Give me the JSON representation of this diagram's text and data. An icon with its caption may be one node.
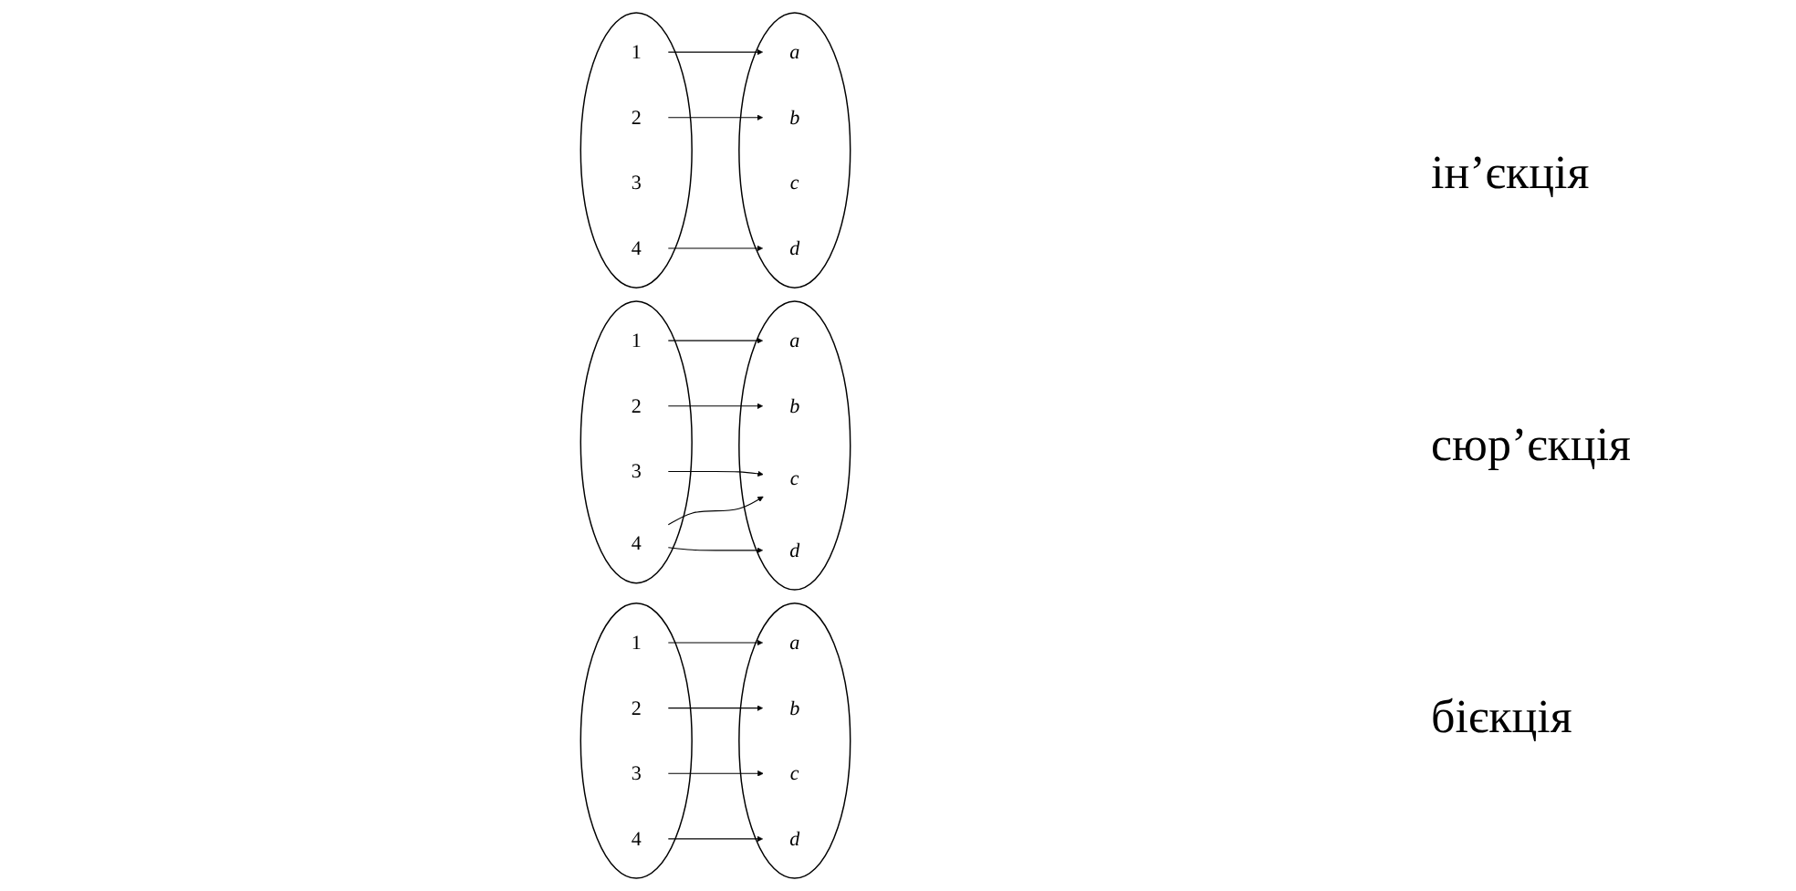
{
  "diagram": {
    "nodes": [
      {
        "text": [],
        "shape": "ellipse"
      },
      {
        "text": [
          "1"
        ],
        "in": 0
      },
      {
        "text": [
          "2"
        ],
        "in": 0
      },
      {
        "text": [
          "3"
        ],
        "in": 0
      },
      {
        "text": [
          "4"
        ],
        "in": 0
      },
      {
        "text": [],
        "shape": "ellipse"
      },
      {
        "text": [
          "a"
        ],
        "in": 5
      },
      {
        "text": [
          "b"
        ],
        "in": 5
      },
      {
        "text": [
          "c"
        ],
        "in": 5
      },
      {
        "text": [
          "d"
        ],
        "in": 5
      },
      {
        "text": [],
        "shape": "ellipse"
      },
      {
        "text": [
          "1"
        ],
        "in": 10
      },
      {
        "text": [
          "2"
        ],
        "in": 10
      },
      {
        "text": [
          "3"
        ],
        "in": 10
      },
      {
        "text": [
          "4"
        ],
        "in": 10
      },
      {
        "text": [],
        "shape": "ellipse"
      },
      {
        "text": [
          "a"
        ],
        "in": 15
      },
      {
        "text": [
          "b"
        ],
        "in": 15
      },
      {
        "text": [
          "c"
        ],
        "in": 15
      },
      {
        "text": [
          "d"
        ],
        "in": 15
      },
      {
        "text": [],
        "shape": "ellipse"
      },
      {
        "text": [
          "1"
        ],
        "in": 20
      },
      {
        "text": [
          "2"
        ],
        "in": 20
      },
      {
        "text": [
          "3"
        ],
        "in": 20
      },
      {
        "text": [
          "4"
        ],
        "in": 20
      },
      {
        "text": [],
        "shape": "ellipse"
      },
      {
        "text": [
          "a"
        ],
        "in": 25
      },
      {
        "text": [
          "b"
        ],
        "in": 25
      },
      {
        "text": [
          "c"
        ],
        "in": 25
      },
      {
        "text": [
          "d"
        ],
        "in": 25
      }
    ],
    "edges": [
      {
        "from": 1,
        "to": 6,
        "arrow": "to"
      },
      {
        "from": 2,
        "to": 7,
        "arrow": "to"
      },
      {
        "from": 4,
        "to": 9,
        "arrow": "to"
      },
      {
        "from": 11,
        "to": 16,
        "arrow": "to"
      },
      {
        "from": 12,
        "to": 17,
        "arrow": "to"
      },
      {
        "from": 13,
        "to": 18,
        "arrow": "to"
      },
      {
        "from": 14,
        "to": 18,
        "arrow": "to"
      },
      {
        "from": 14,
        "to": 19,
        "arrow": "to"
      },
      {
        "from": 21,
        "to": 26,
        "arrow": "to"
      },
      {
        "from": 22,
        "to": 27,
        "arrow": "to"
      },
      {
        "from": 23,
        "to": 28,
        "arrow": "to"
      },
      {
        "from": 24,
        "to": 29,
        "arrow": "to"
      }
    ],
    "labels": [
      "ін’єкція",
      "сюр’єкція",
      "бієкція"
    ]
  }
}
